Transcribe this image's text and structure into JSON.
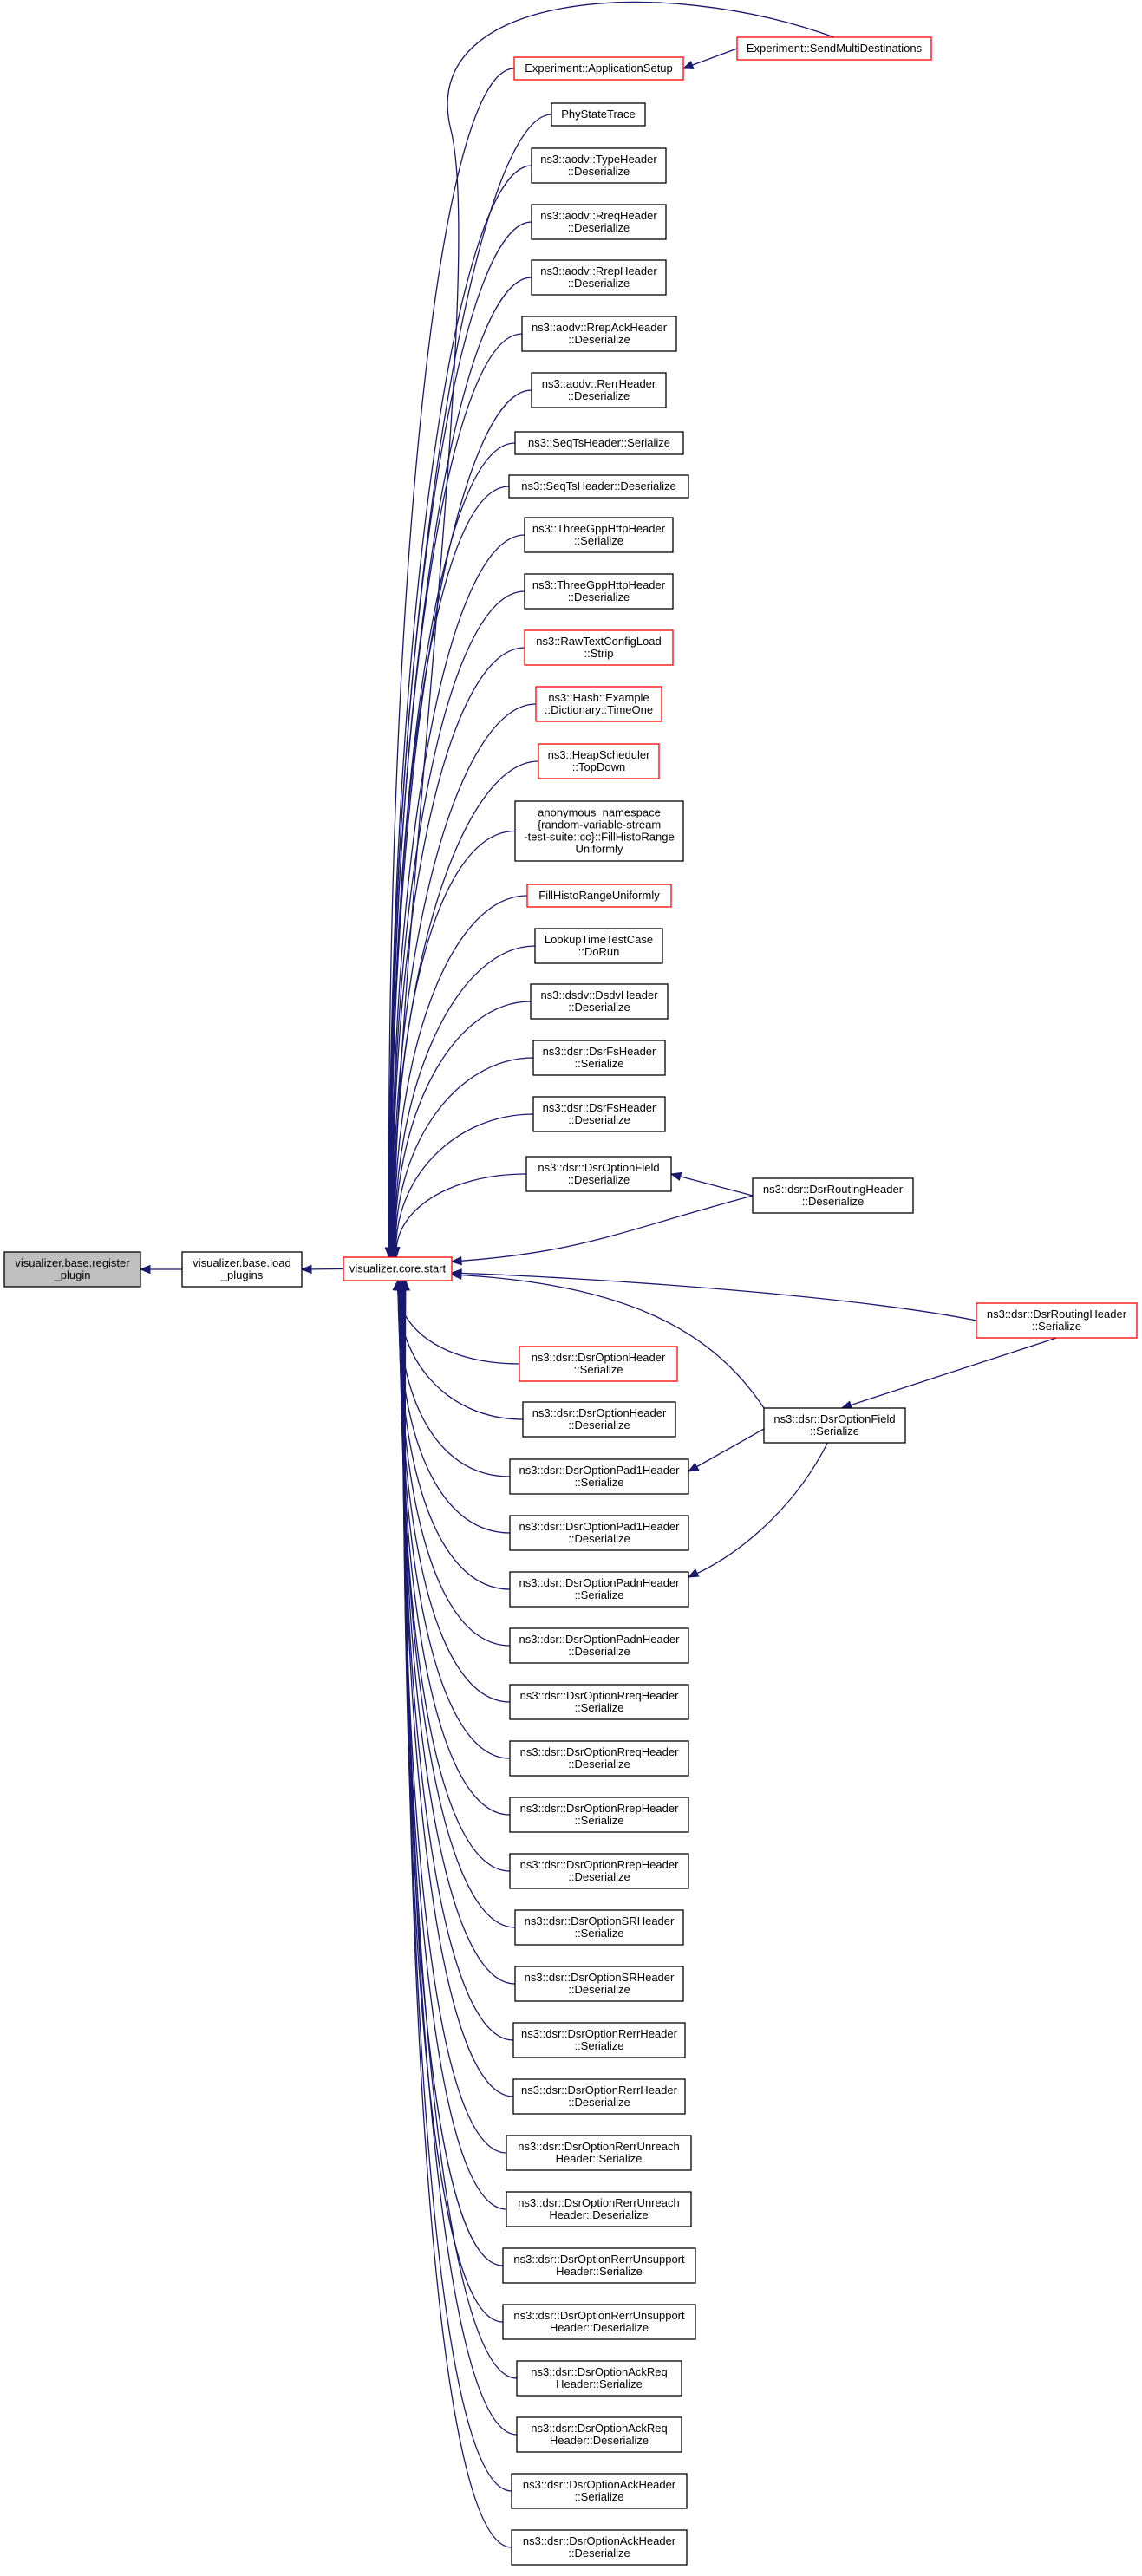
{
  "graph": {
    "link_color": "#191970",
    "truncated_border_color": "#ff0000",
    "focus_fill": "#bfbfbf",
    "nodes": [
      {
        "id": "n0",
        "lines": [
          "visualizer.base.register",
          "_plugin"
        ],
        "style": "focus"
      },
      {
        "id": "n1",
        "lines": [
          "visualizer.base.load",
          "_plugins"
        ],
        "style": "normal"
      },
      {
        "id": "n2",
        "lines": [
          "visualizer.core.start"
        ],
        "style": "red"
      },
      {
        "id": "n3",
        "lines": [
          "Experiment::ApplicationSetup"
        ],
        "style": "red"
      },
      {
        "id": "n4",
        "lines": [
          "Experiment::SendMultiDestinations"
        ],
        "style": "red"
      },
      {
        "id": "n5",
        "lines": [
          "PhyStateTrace"
        ],
        "style": "normal"
      },
      {
        "id": "n6",
        "lines": [
          "ns3::aodv::TypeHeader",
          "::Deserialize"
        ],
        "style": "normal"
      },
      {
        "id": "n7",
        "lines": [
          "ns3::aodv::RreqHeader",
          "::Deserialize"
        ],
        "style": "normal"
      },
      {
        "id": "n8",
        "lines": [
          "ns3::aodv::RrepHeader",
          "::Deserialize"
        ],
        "style": "normal"
      },
      {
        "id": "n9",
        "lines": [
          "ns3::aodv::RrepAckHeader",
          "::Deserialize"
        ],
        "style": "normal"
      },
      {
        "id": "n10",
        "lines": [
          "ns3::aodv::RerrHeader",
          "::Deserialize"
        ],
        "style": "normal"
      },
      {
        "id": "n11",
        "lines": [
          "ns3::SeqTsHeader::Serialize"
        ],
        "style": "normal"
      },
      {
        "id": "n12",
        "lines": [
          "ns3::SeqTsHeader::Deserialize"
        ],
        "style": "normal"
      },
      {
        "id": "n13",
        "lines": [
          "ns3::ThreeGppHttpHeader",
          "::Serialize"
        ],
        "style": "normal"
      },
      {
        "id": "n14",
        "lines": [
          "ns3::ThreeGppHttpHeader",
          "::Deserialize"
        ],
        "style": "normal"
      },
      {
        "id": "n15",
        "lines": [
          "ns3::RawTextConfigLoad",
          "::Strip"
        ],
        "style": "red"
      },
      {
        "id": "n16",
        "lines": [
          "ns3::Hash::Example",
          "::Dictionary::TimeOne"
        ],
        "style": "red"
      },
      {
        "id": "n17",
        "lines": [
          "ns3::HeapScheduler",
          "::TopDown"
        ],
        "style": "red"
      },
      {
        "id": "n18",
        "lines": [
          "anonymous_namespace",
          "{random-variable-stream",
          "-test-suite::cc}::FillHistoRange",
          "Uniformly"
        ],
        "style": "normal"
      },
      {
        "id": "n19",
        "lines": [
          "FillHistoRangeUniformly"
        ],
        "style": "red"
      },
      {
        "id": "n20",
        "lines": [
          "LookupTimeTestCase",
          "::DoRun"
        ],
        "style": "normal"
      },
      {
        "id": "n21",
        "lines": [
          "ns3::dsdv::DsdvHeader",
          "::Deserialize"
        ],
        "style": "normal"
      },
      {
        "id": "n22",
        "lines": [
          "ns3::dsr::DsrFsHeader",
          "::Serialize"
        ],
        "style": "normal"
      },
      {
        "id": "n23",
        "lines": [
          "ns3::dsr::DsrFsHeader",
          "::Deserialize"
        ],
        "style": "normal"
      },
      {
        "id": "n24",
        "lines": [
          "ns3::dsr::DsrOptionField",
          "::Deserialize"
        ],
        "style": "normal"
      },
      {
        "id": "n25",
        "lines": [
          "ns3::dsr::DsrRoutingHeader",
          "::Deserialize"
        ],
        "style": "normal"
      },
      {
        "id": "n26",
        "lines": [
          "ns3::dsr::DsrRoutingHeader",
          "::Serialize"
        ],
        "style": "red"
      },
      {
        "id": "n27",
        "lines": [
          "ns3::dsr::DsrOptionHeader",
          "::Serialize"
        ],
        "style": "red"
      },
      {
        "id": "n28",
        "lines": [
          "ns3::dsr::DsrOptionHeader",
          "::Deserialize"
        ],
        "style": "normal"
      },
      {
        "id": "n29",
        "lines": [
          "ns3::dsr::DsrOptionField",
          "::Serialize"
        ],
        "style": "normal"
      },
      {
        "id": "n30",
        "lines": [
          "ns3::dsr::DsrOptionPad1Header",
          "::Serialize"
        ],
        "style": "normal"
      },
      {
        "id": "n31",
        "lines": [
          "ns3::dsr::DsrOptionPad1Header",
          "::Deserialize"
        ],
        "style": "normal"
      },
      {
        "id": "n32",
        "lines": [
          "ns3::dsr::DsrOptionPadnHeader",
          "::Serialize"
        ],
        "style": "normal"
      },
      {
        "id": "n33",
        "lines": [
          "ns3::dsr::DsrOptionPadnHeader",
          "::Deserialize"
        ],
        "style": "normal"
      },
      {
        "id": "n34",
        "lines": [
          "ns3::dsr::DsrOptionRreqHeader",
          "::Serialize"
        ],
        "style": "normal"
      },
      {
        "id": "n35",
        "lines": [
          "ns3::dsr::DsrOptionRreqHeader",
          "::Deserialize"
        ],
        "style": "normal"
      },
      {
        "id": "n36",
        "lines": [
          "ns3::dsr::DsrOptionRrepHeader",
          "::Serialize"
        ],
        "style": "normal"
      },
      {
        "id": "n37",
        "lines": [
          "ns3::dsr::DsrOptionRrepHeader",
          "::Deserialize"
        ],
        "style": "normal"
      },
      {
        "id": "n38",
        "lines": [
          "ns3::dsr::DsrOptionSRHeader",
          "::Serialize"
        ],
        "style": "normal"
      },
      {
        "id": "n39",
        "lines": [
          "ns3::dsr::DsrOptionSRHeader",
          "::Deserialize"
        ],
        "style": "normal"
      },
      {
        "id": "n40",
        "lines": [
          "ns3::dsr::DsrOptionRerrHeader",
          "::Serialize"
        ],
        "style": "normal"
      },
      {
        "id": "n41",
        "lines": [
          "ns3::dsr::DsrOptionRerrHeader",
          "::Deserialize"
        ],
        "style": "normal"
      },
      {
        "id": "n42",
        "lines": [
          "ns3::dsr::DsrOptionRerrUnreach",
          "Header::Serialize"
        ],
        "style": "normal"
      },
      {
        "id": "n43",
        "lines": [
          "ns3::dsr::DsrOptionRerrUnreach",
          "Header::Deserialize"
        ],
        "style": "normal"
      },
      {
        "id": "n44",
        "lines": [
          "ns3::dsr::DsrOptionRerrUnsupport",
          "Header::Serialize"
        ],
        "style": "normal"
      },
      {
        "id": "n45",
        "lines": [
          "ns3::dsr::DsrOptionRerrUnsupport",
          "Header::Deserialize"
        ],
        "style": "normal"
      },
      {
        "id": "n46",
        "lines": [
          "ns3::dsr::DsrOptionAckReq",
          "Header::Serialize"
        ],
        "style": "normal"
      },
      {
        "id": "n47",
        "lines": [
          "ns3::dsr::DsrOptionAckReq",
          "Header::Deserialize"
        ],
        "style": "normal"
      },
      {
        "id": "n48",
        "lines": [
          "ns3::dsr::DsrOptionAckHeader",
          "::Serialize"
        ],
        "style": "normal"
      },
      {
        "id": "n49",
        "lines": [
          "ns3::dsr::DsrOptionAckHeader",
          "::Deserialize"
        ],
        "style": "normal"
      }
    ],
    "edges": [
      {
        "from": "n1",
        "to": "n0"
      },
      {
        "from": "n2",
        "to": "n1"
      },
      {
        "from": "n3",
        "to": "n2"
      },
      {
        "from": "n4",
        "to": "n3"
      },
      {
        "from": "n4",
        "to": "n2"
      },
      {
        "from": "n5",
        "to": "n2"
      },
      {
        "from": "n6",
        "to": "n2"
      },
      {
        "from": "n7",
        "to": "n2"
      },
      {
        "from": "n8",
        "to": "n2"
      },
      {
        "from": "n9",
        "to": "n2"
      },
      {
        "from": "n10",
        "to": "n2"
      },
      {
        "from": "n11",
        "to": "n2"
      },
      {
        "from": "n12",
        "to": "n2"
      },
      {
        "from": "n13",
        "to": "n2"
      },
      {
        "from": "n14",
        "to": "n2"
      },
      {
        "from": "n15",
        "to": "n2"
      },
      {
        "from": "n16",
        "to": "n2"
      },
      {
        "from": "n17",
        "to": "n2"
      },
      {
        "from": "n18",
        "to": "n2"
      },
      {
        "from": "n19",
        "to": "n2"
      },
      {
        "from": "n20",
        "to": "n2"
      },
      {
        "from": "n21",
        "to": "n2"
      },
      {
        "from": "n22",
        "to": "n2"
      },
      {
        "from": "n23",
        "to": "n2"
      },
      {
        "from": "n24",
        "to": "n2"
      },
      {
        "from": "n25",
        "to": "n24"
      },
      {
        "from": "n25",
        "to": "n2"
      },
      {
        "from": "n26",
        "to": "n2"
      },
      {
        "from": "n26",
        "to": "n29"
      },
      {
        "from": "n27",
        "to": "n2"
      },
      {
        "from": "n28",
        "to": "n2"
      },
      {
        "from": "n29",
        "to": "n2"
      },
      {
        "from": "n29",
        "to": "n30"
      },
      {
        "from": "n29",
        "to": "n32"
      },
      {
        "from": "n30",
        "to": "n2"
      },
      {
        "from": "n31",
        "to": "n2"
      },
      {
        "from": "n32",
        "to": "n2"
      },
      {
        "from": "n33",
        "to": "n2"
      },
      {
        "from": "n34",
        "to": "n2"
      },
      {
        "from": "n35",
        "to": "n2"
      },
      {
        "from": "n36",
        "to": "n2"
      },
      {
        "from": "n37",
        "to": "n2"
      },
      {
        "from": "n38",
        "to": "n2"
      },
      {
        "from": "n39",
        "to": "n2"
      },
      {
        "from": "n40",
        "to": "n2"
      },
      {
        "from": "n41",
        "to": "n2"
      },
      {
        "from": "n42",
        "to": "n2"
      },
      {
        "from": "n43",
        "to": "n2"
      },
      {
        "from": "n44",
        "to": "n2"
      },
      {
        "from": "n45",
        "to": "n2"
      },
      {
        "from": "n46",
        "to": "n2"
      },
      {
        "from": "n47",
        "to": "n2"
      },
      {
        "from": "n48",
        "to": "n2"
      },
      {
        "from": "n49",
        "to": "n2"
      }
    ]
  }
}
